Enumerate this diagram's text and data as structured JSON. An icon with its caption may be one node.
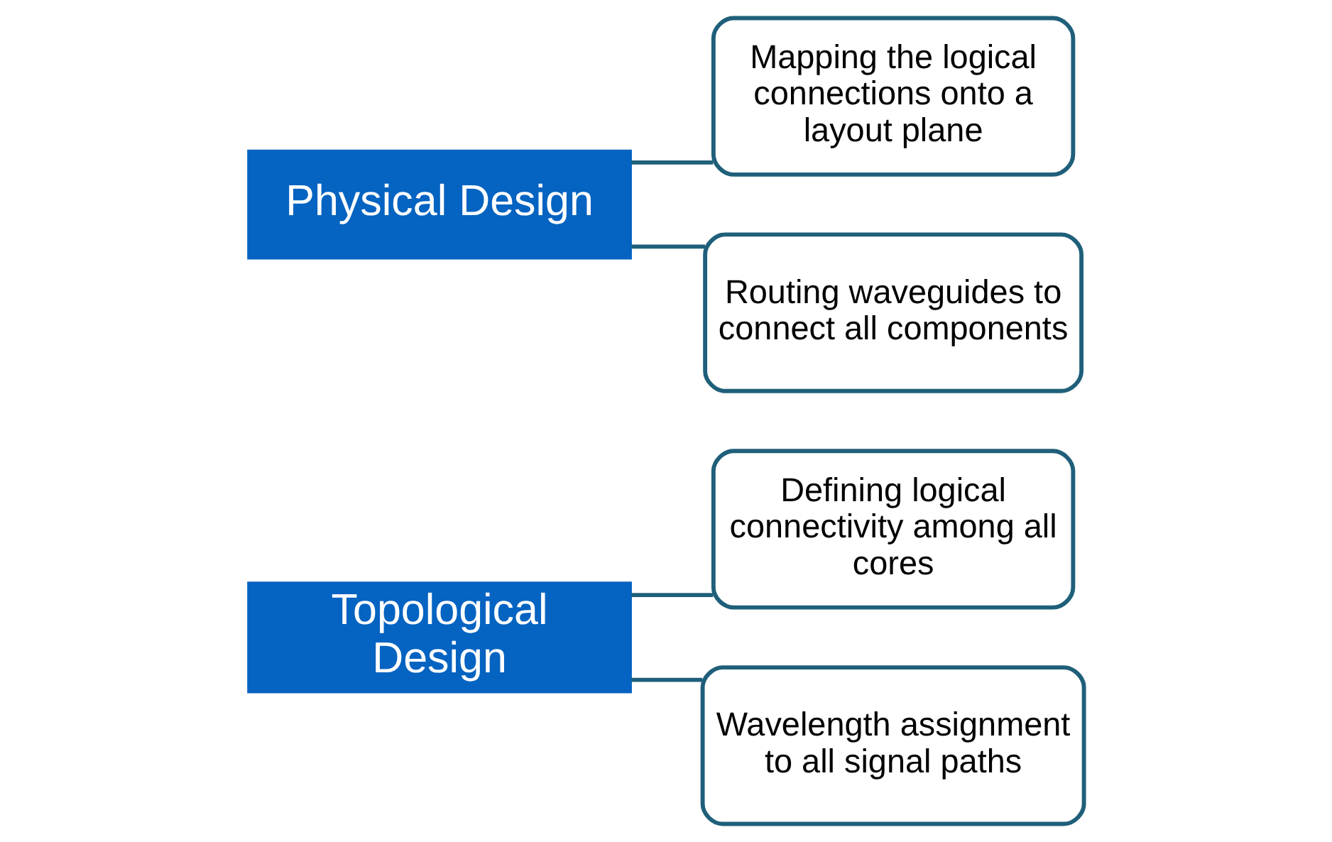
{
  "diagram": {
    "nodes": [
      {
        "text": [
          "Topological Design"
        ]
      },
      {
        "text": [
          "Defining logical connectivity among all cores"
        ]
      },
      {
        "text": [
          "Wavelength assignment to all signal paths"
        ]
      },
      {
        "text": [
          "Physical Design"
        ]
      },
      {
        "text": [
          "Mapping the logical connections onto a layout plane"
        ]
      },
      {
        "text": [
          "Routing waveguides to connect all components"
        ]
      }
    ],
    "edges": [
      {
        "from": 0,
        "to": 1,
        "arrow": "none"
      },
      {
        "from": 0,
        "to": 2,
        "arrow": "none"
      },
      {
        "from": 3,
        "to": 4,
        "arrow": "none"
      },
      {
        "from": 3,
        "to": 5,
        "arrow": "none"
      }
    ]
  }
}
